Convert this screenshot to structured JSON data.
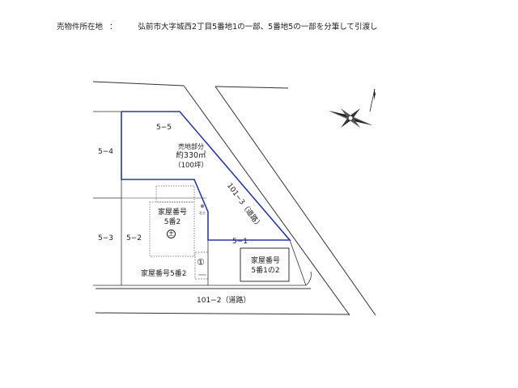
{
  "header": {
    "label": "売物件所在地",
    "separator": "：",
    "address": "弘前市大字城西2丁目5番地1の一部、5番地5の一部を分筆して引渡し"
  },
  "parcels": {
    "p5_5": "5−5",
    "p5_4": "5−4",
    "p5_3": "5−3",
    "p5_2": "5−2",
    "p5_1": "5−1"
  },
  "sale": {
    "title": "売地部分",
    "area": "約330㎡",
    "tsubo": "（100坪）"
  },
  "road_east": "101−3（道路）",
  "road_south": "101−2（道路）",
  "house_a": {
    "line1": "家屋番号",
    "line2": "5番2",
    "mark": "主"
  },
  "house_b": {
    "line1": "家屋番号",
    "line2": "5番1の2"
  },
  "house_c": {
    "label": "家屋番号5番2",
    "mark": "①"
  },
  "small_mark": "畜舎",
  "colors": {
    "sale_boundary": "#2b3a9e",
    "line": "#333333"
  }
}
